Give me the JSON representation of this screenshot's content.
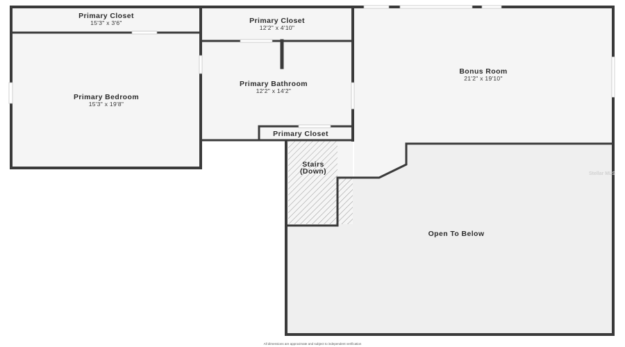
{
  "rooms": {
    "closet_left": {
      "name": "Primary Closet",
      "dims": "15'3\" x 3'6\""
    },
    "bedroom": {
      "name": "Primary Bedroom",
      "dims": "15'3\" x 19'8\""
    },
    "closet_top": {
      "name": "Primary Closet",
      "dims": "12'2\" x 4'10\""
    },
    "bathroom": {
      "name": "Primary Bathroom",
      "dims": "12'2\" x 14'2\""
    },
    "closet_small": {
      "name": "Primary Closet"
    },
    "bonus": {
      "name": "Bonus Room",
      "dims": "21'2\" x 19'10\""
    },
    "stairs": {
      "name_line1": "Stairs",
      "name_line2": "(Down)"
    },
    "open_below": {
      "name": "Open To Below"
    }
  },
  "watermark": "Stellar MLS",
  "footnote": "All dimensions are approximate and subject to independent verification",
  "colors": {
    "wall": "#3a3a3a",
    "floor": "#f5f5f5",
    "open_floor": "#efefef",
    "stairs": "#f5f5f5",
    "hatch": "#9a9a9a"
  }
}
